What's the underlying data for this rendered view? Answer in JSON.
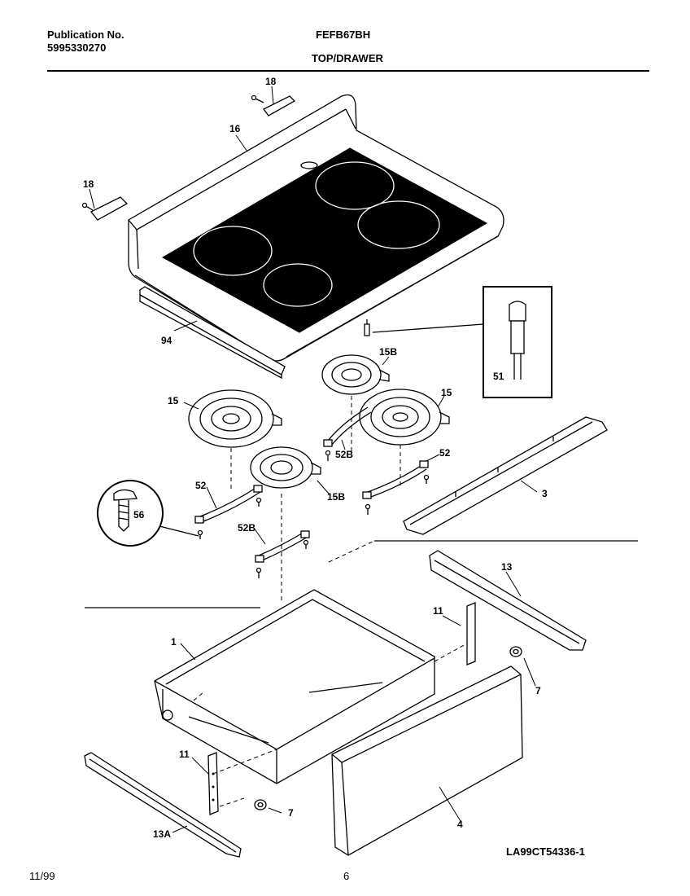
{
  "header": {
    "publication_label": "Publication No.",
    "publication_number": "5995330270",
    "model": "FEFB67BH",
    "section": "TOP/DRAWER"
  },
  "callouts": {
    "c18a": "18",
    "c16": "16",
    "c18b": "18",
    "c94": "94",
    "c51": "51",
    "c15B_top": "15B",
    "c15_right": "15",
    "c15_left": "15",
    "c52B_mid": "52B",
    "c52_right": "52",
    "c15B_mid": "15B",
    "c52_left": "52",
    "c56": "56",
    "c3": "3",
    "c52B_low": "52B",
    "c13": "13",
    "c11_right": "11",
    "c1": "1",
    "c7_right": "7",
    "c11_left": "11",
    "c7_left": "7",
    "c4": "4",
    "c13A": "13A"
  },
  "footer": {
    "date": "11/99",
    "page": "6",
    "diagram_id": "LA99CT54336-1"
  }
}
